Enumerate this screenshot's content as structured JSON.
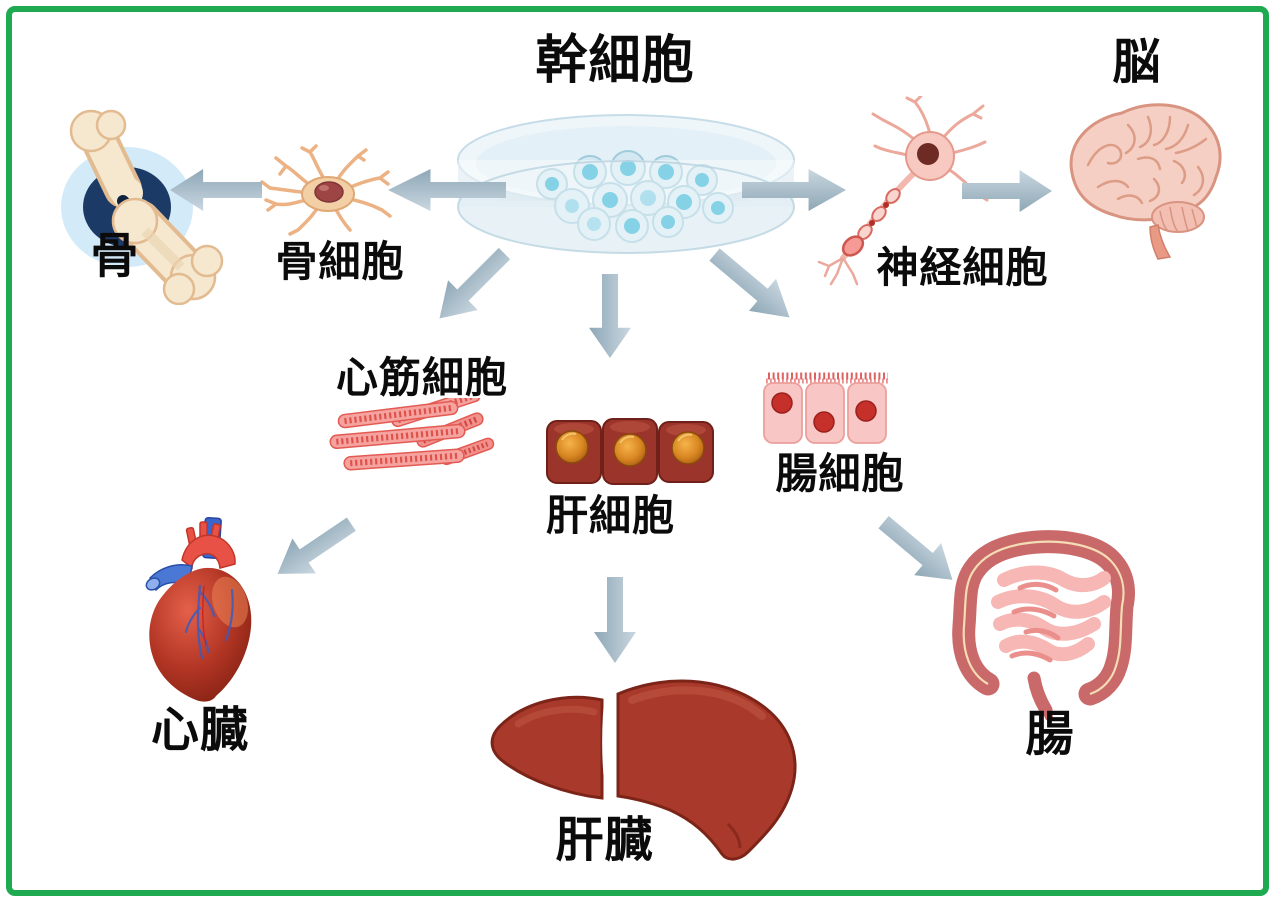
{
  "diagram": {
    "title": "幹細胞",
    "background_color": "#ffffff",
    "border_color": "#1faa52",
    "arrow_color": "#9fb4c2",
    "nodes": {
      "stem_cell": {
        "label": "幹細胞",
        "icon": "petri-dish-with-stem-cells"
      },
      "bone_cell": {
        "label": "骨細胞",
        "icon": "osteocyte-cell"
      },
      "bone": {
        "label": "骨",
        "icon": "bone-joint"
      },
      "nerve_cell": {
        "label": "神経細胞",
        "icon": "neuron-cell"
      },
      "brain": {
        "label": "脳",
        "icon": "brain-organ"
      },
      "cardiac_muscle_cell": {
        "label": "心筋細胞",
        "icon": "cardiac-muscle-fibers"
      },
      "liver_cell": {
        "label": "肝細胞",
        "icon": "hepatocyte-cells"
      },
      "intestine_cell": {
        "label": "腸細胞",
        "icon": "intestinal-epithelial-cells"
      },
      "heart": {
        "label": "心臓",
        "icon": "heart-organ"
      },
      "liver": {
        "label": "肝臓",
        "icon": "liver-organ"
      },
      "intestine": {
        "label": "腸",
        "icon": "intestine-organ"
      }
    },
    "edges": [
      {
        "from": "stem_cell",
        "to": "bone_cell"
      },
      {
        "from": "bone_cell",
        "to": "bone"
      },
      {
        "from": "stem_cell",
        "to": "nerve_cell"
      },
      {
        "from": "nerve_cell",
        "to": "brain"
      },
      {
        "from": "stem_cell",
        "to": "cardiac_muscle_cell"
      },
      {
        "from": "cardiac_muscle_cell",
        "to": "heart"
      },
      {
        "from": "stem_cell",
        "to": "liver_cell"
      },
      {
        "from": "liver_cell",
        "to": "liver"
      },
      {
        "from": "stem_cell",
        "to": "intestine_cell"
      },
      {
        "from": "intestine_cell",
        "to": "intestine"
      }
    ]
  }
}
